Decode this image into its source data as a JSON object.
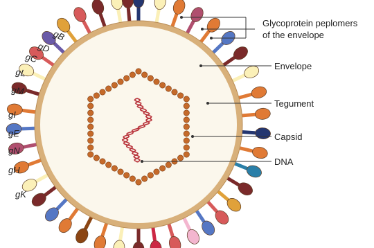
{
  "labels": {
    "peplomers_line1": "Glycoprotein peplomers",
    "peplomers_line2": "of the envelope",
    "envelope": "Envelope",
    "tegument": "Tegument",
    "capsid": "Capsid",
    "dna": "DNA"
  },
  "glycoproteins": [
    "gB",
    "gD",
    "gC",
    "gL",
    "gM",
    "gI",
    "gE",
    "gN",
    "gH",
    "gK"
  ],
  "colors": {
    "envelope": "#d8b07a",
    "envelope_edge": "#b98d57",
    "tegument": "#fbf7ec",
    "capsid": "#c56a2a",
    "dna": "#b8323a",
    "line": "#333333"
  },
  "peplomer_colors": {
    "gB": "#6a5aa8",
    "gD": "#d75a5a",
    "gC": "#fbf0b8",
    "gL": "#7a2a2a",
    "gM": "#e07a35",
    "gI": "#5577c4",
    "gE": "#b04f6f",
    "gN": "#e07a35",
    "gH": "#fbf0b8",
    "gK": "#7a2a2a",
    "orange": "#e07a35",
    "gold": "#e0a13a",
    "teal": "#2a7fa8",
    "navy": "#243670",
    "pink": "#f3b6cf",
    "crimson": "#cc2744",
    "brown": "#8b4513"
  }
}
